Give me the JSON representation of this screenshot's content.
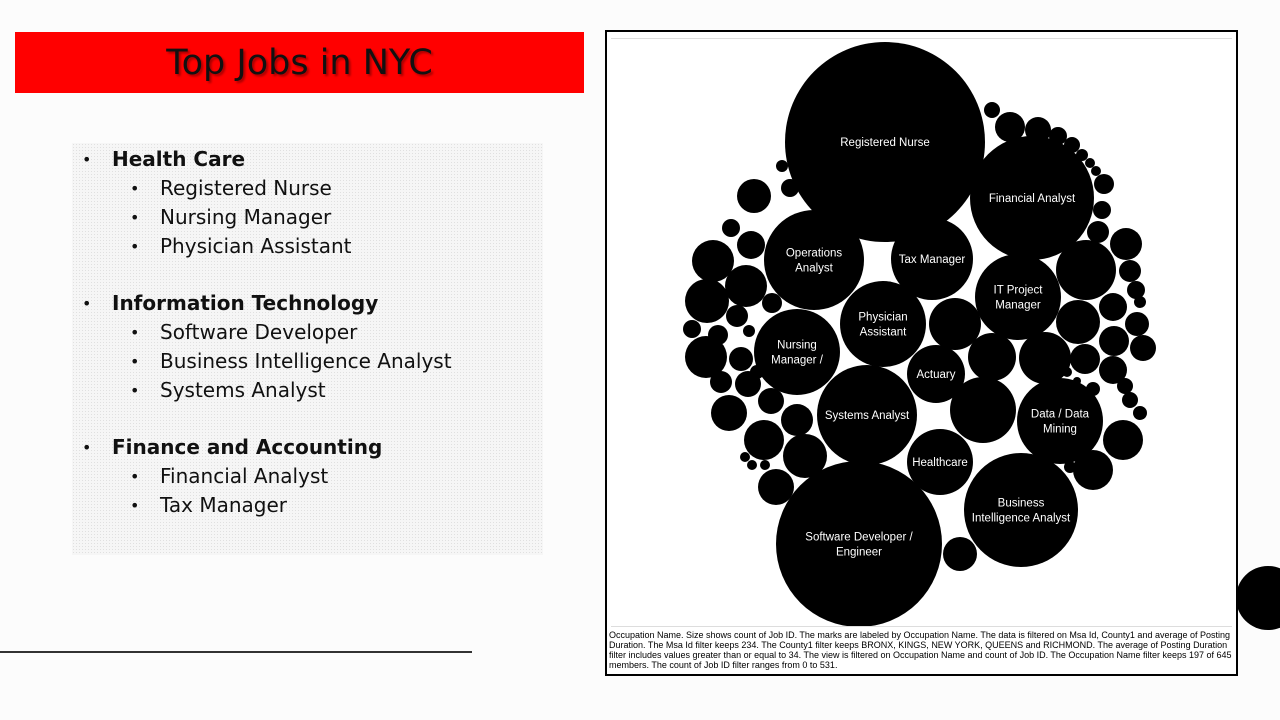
{
  "title": "Top Jobs in NYC",
  "categories": [
    {
      "name": "Health Care",
      "items": [
        "Registered Nurse",
        "Nursing Manager",
        "Physician Assistant"
      ]
    },
    {
      "name": "Information Technology",
      "items": [
        "Software Developer",
        "Business Intelligence Analyst",
        "Systems Analyst"
      ]
    },
    {
      "name": "Finance and Accounting",
      "items": [
        "Financial Analyst",
        "Tax Manager"
      ]
    }
  ],
  "chart": {
    "labeled_bubbles": [
      {
        "id": "rn",
        "lines": [
          "Registered Nurse"
        ]
      },
      {
        "id": "fa",
        "lines": [
          "Financial Analyst"
        ]
      },
      {
        "id": "oa",
        "lines": [
          "Operations",
          "Analyst"
        ]
      },
      {
        "id": "tm",
        "lines": [
          "Tax Manager"
        ]
      },
      {
        "id": "itpm",
        "lines": [
          "IT Project",
          "Manager"
        ]
      },
      {
        "id": "pa",
        "lines": [
          "Physician",
          "Assistant"
        ]
      },
      {
        "id": "nm",
        "lines": [
          "Nursing",
          "Manager /"
        ]
      },
      {
        "id": "act",
        "lines": [
          "Actuary"
        ]
      },
      {
        "id": "sa",
        "lines": [
          "Systems Analyst"
        ]
      },
      {
        "id": "ddm",
        "lines": [
          "Data / Data",
          "Mining"
        ]
      },
      {
        "id": "hc",
        "lines": [
          "Healthcare"
        ]
      },
      {
        "id": "bia",
        "lines": [
          "Business",
          "Intelligence Analyst"
        ]
      },
      {
        "id": "sde",
        "lines": [
          "Software Developer /",
          "Engineer"
        ]
      }
    ],
    "caption": "Occupation Name.  Size shows count of Job ID.  The marks are labeled by Occupation Name. The data is filtered on Msa Id, County1 and average of Posting Duration. The Msa Id filter keeps 234. The County1 filter keeps BRONX, KINGS, NEW YORK, QUEENS and RICHMOND. The average of Posting Duration filter includes values greater than or equal to 34. The view is filtered on Occupation Name and count of Job ID. The Occupation Name filter keeps 197 of 645 members. The count of Job ID filter ranges from 0 to 531."
  },
  "colors": {
    "banner": "#ff0000",
    "bubble": "#000000",
    "bubble_text": "#ffffff"
  }
}
